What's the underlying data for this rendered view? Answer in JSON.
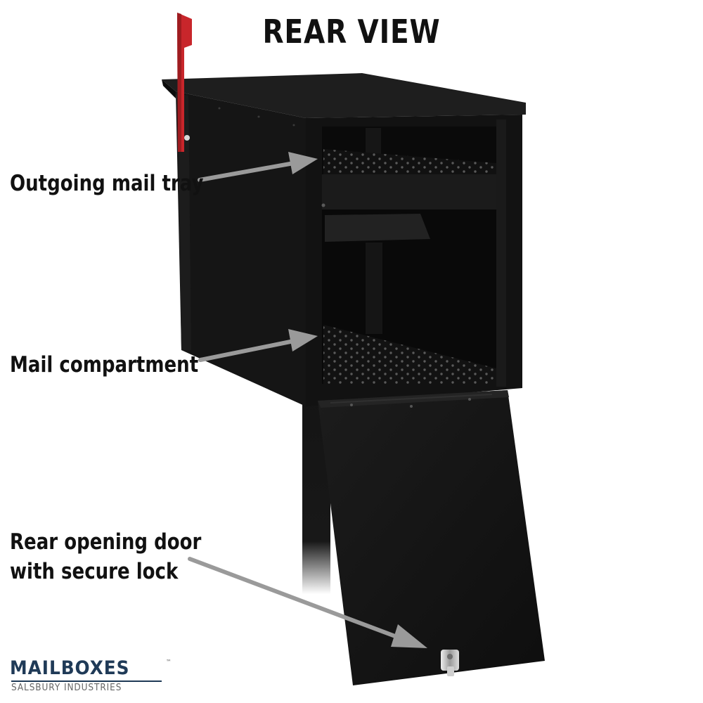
{
  "title": "REAR VIEW",
  "callouts": {
    "tray": "Outgoing mail tray",
    "compartment": "Mail compartment",
    "door_line1": "Rear opening door",
    "door_line2": "with secure lock"
  },
  "brand": {
    "name": "MAILBOXES",
    "trademark": "™",
    "tagline": "SALSBURY INDUSTRIES"
  },
  "colors": {
    "mailbox": "#141414",
    "flag": "#c8262b",
    "arrow": "#9a9a9a",
    "brand": "#1f3a57"
  }
}
